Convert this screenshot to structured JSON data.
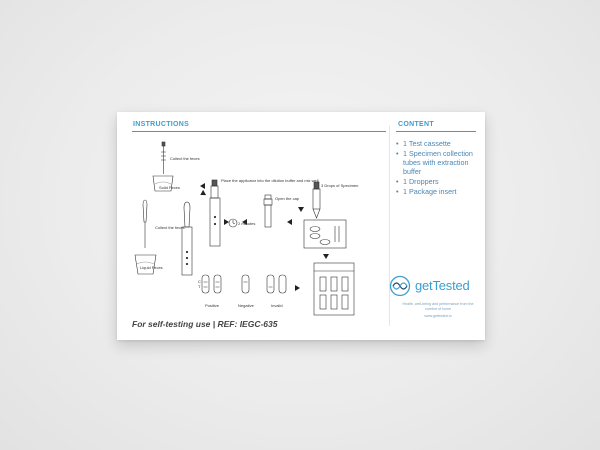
{
  "header": {
    "instructions": "INSTRUCTIONS",
    "content": "CONTENT"
  },
  "content_items": [
    "1 Test cassette",
    "1 Specimen collection tubes with extraction buffer",
    "1 Droppers",
    "1 Package insert"
  ],
  "steps": {
    "collect_top": "Collect the feces",
    "collect_left": "Collect the feces",
    "stool_top": "Solid Feces",
    "stool_left": "Liquid Feces",
    "place_applicator": "Place the applicator into the dilution buffer and mix well",
    "timer": "2 minutes",
    "open_cap": "Open the cap",
    "drops": "3 Drops of Specimen"
  },
  "results": {
    "positive": "Positive",
    "negative": "Negative",
    "invalid": "Invalid",
    "c": "C",
    "t": "T"
  },
  "footer": "For self-testing use | REF: IEGC-635",
  "brand": {
    "name": "getTested",
    "tagline": "Health, well-being and performance from the comfort of home",
    "website": "www.gettested.io"
  },
  "colors": {
    "accent": "#3a9fcf",
    "text": "#444444",
    "list": "#4a86b4"
  }
}
